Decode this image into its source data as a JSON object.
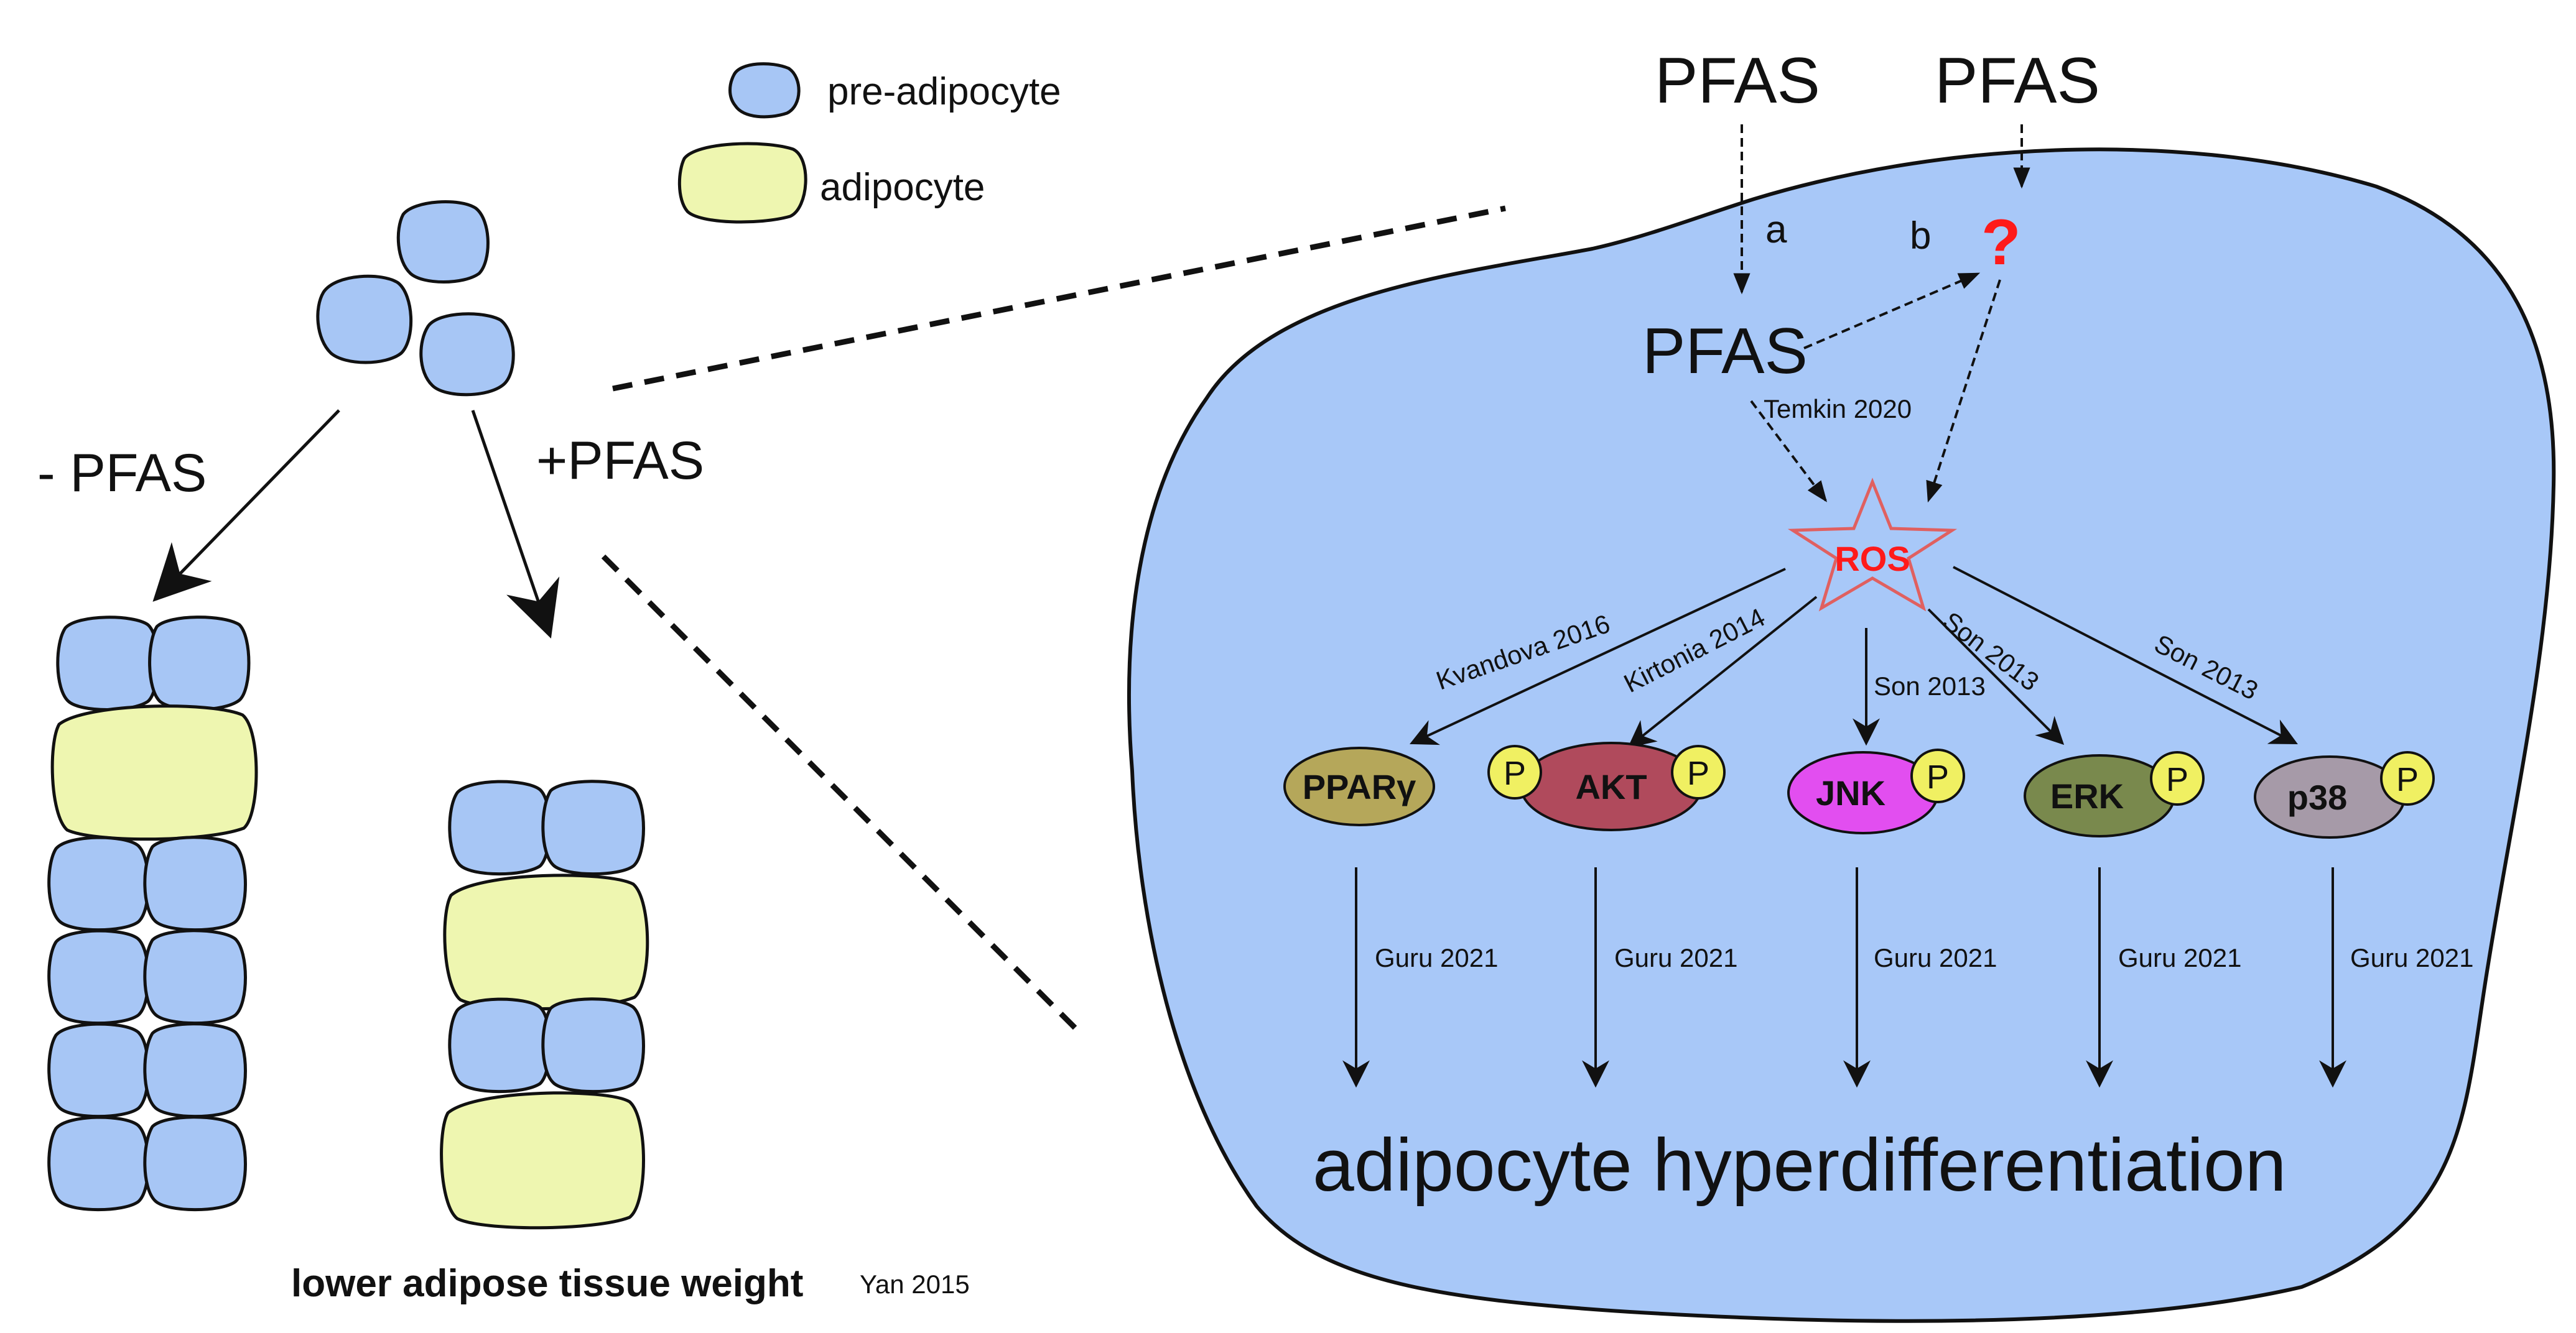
{
  "legend": {
    "pre_adipocyte": "pre-adipocyte",
    "adipocyte": "adipocyte"
  },
  "left_panel": {
    "minus_pfas": "- PFAS",
    "plus_pfas": "+PFAS",
    "outcome": "lower adipose tissue weight",
    "outcome_ref": "Yan 2015"
  },
  "cell": {
    "pfas_outside_a": "PFAS",
    "pfas_outside_b": "PFAS",
    "path_a": "a",
    "path_b": "b",
    "unknown_target": "?",
    "pfas_inside": "PFAS",
    "ros": "ROS",
    "ref_temkin": "Temkin 2020",
    "ref_kvandova": "Kvandova 2016",
    "ref_kirtonia": "Kirtonia 2014",
    "ref_son_jnk": "Son 2013",
    "ref_son_erk": "Son 2013",
    "ref_son_p38": "Son 2013",
    "nodes": {
      "pparg": "PPARγ",
      "akt": "AKT",
      "jnk": "JNK",
      "erk": "ERK",
      "p38": "p38",
      "phospho": "P"
    },
    "ref_guru": "Guru 2021",
    "outcome": "adipocyte hyperdifferentiation"
  },
  "colors": {
    "pre_adipocyte": "#a7c6f5",
    "adipocyte": "#eef6b0",
    "cell_body": "#a8c8f8",
    "ros_text": "#ff1a1a",
    "question_mark": "#ff1a1a",
    "pparg": "#b5a75a",
    "akt": "#b04a5c",
    "jnk": "#e24ef0",
    "erk": "#79894d",
    "p38": "#a69aa8",
    "phospho": "#f0f062"
  }
}
